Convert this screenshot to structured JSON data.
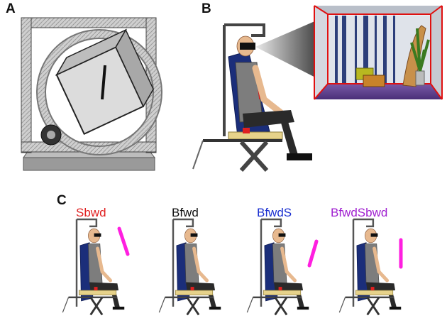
{
  "panels": {
    "a": {
      "letter": "A"
    },
    "b": {
      "letter": "B"
    },
    "c": {
      "letter": "C"
    }
  },
  "conditions": [
    {
      "label": "Sbwd",
      "color": "#e02020",
      "bar": "tilt-back"
    },
    {
      "label": "Bfwd",
      "color": "#111111",
      "bar": "none"
    },
    {
      "label": "BfwdS",
      "color": "#1a2fd0",
      "bar": "tilt-forward"
    },
    {
      "label": "BfwdSbwd",
      "color": "#a020d0",
      "bar": "vertical"
    }
  ],
  "colors": {
    "indicator_bar": "#ff1fe0",
    "room_frame": "#e01010",
    "seat_fabric": "#1b2e7a",
    "frame_metal": "#8a8a8a"
  }
}
